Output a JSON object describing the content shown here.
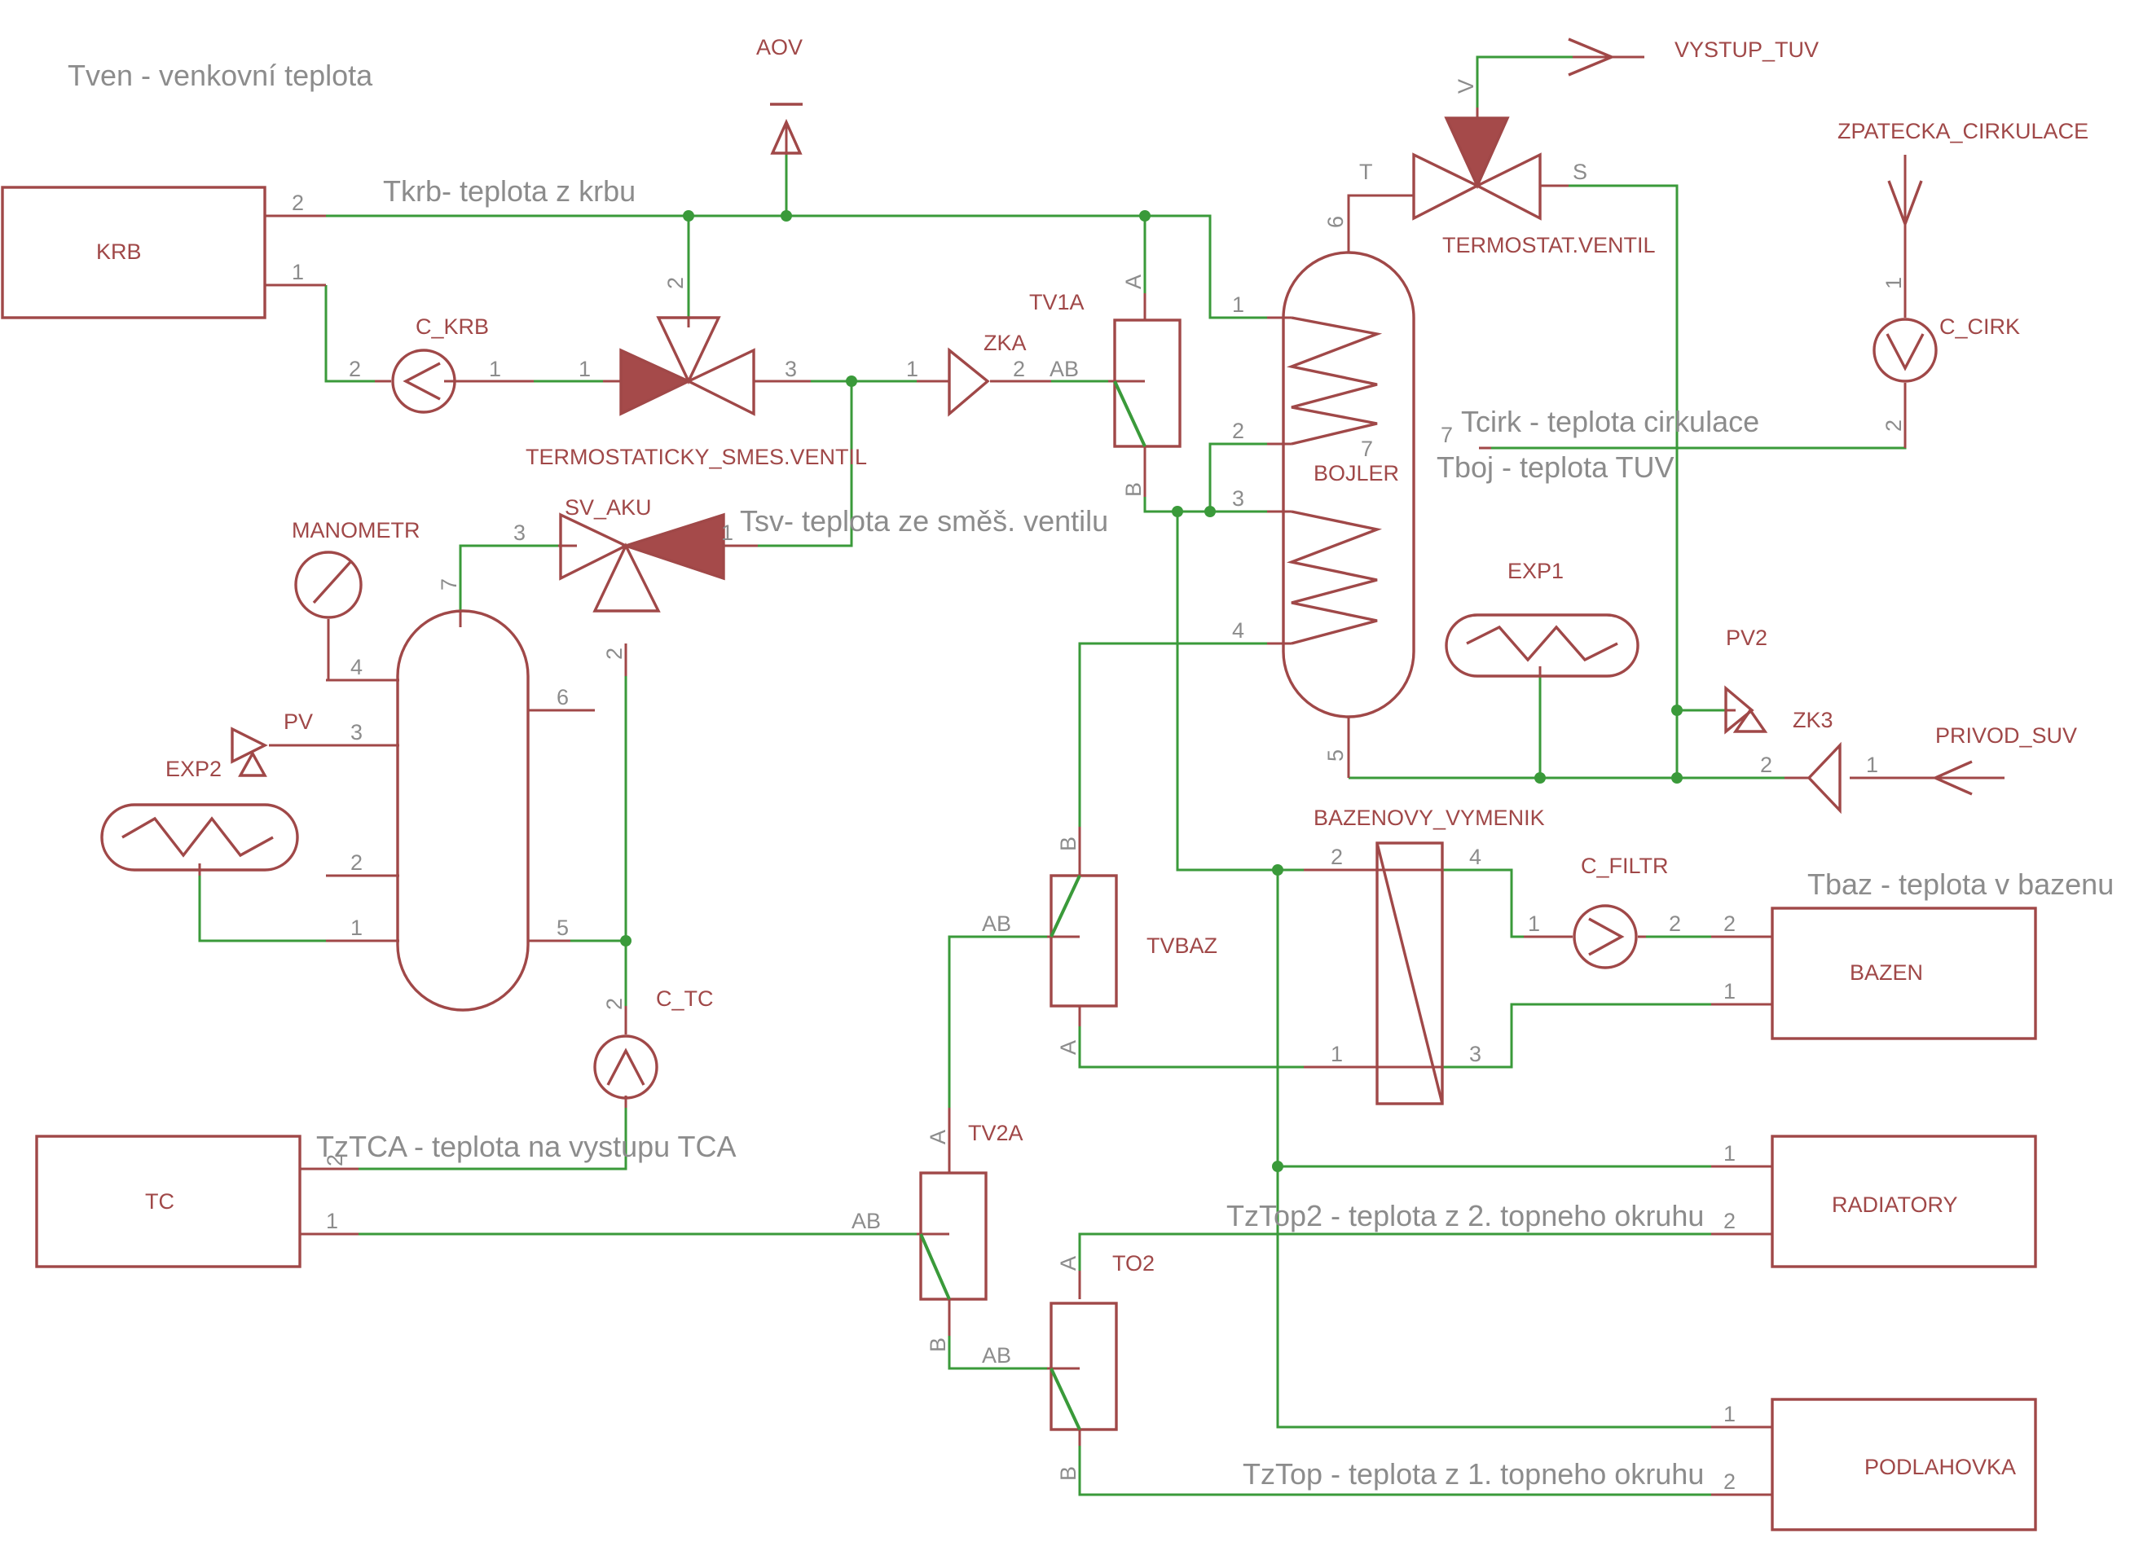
{
  "notes": {
    "tven": "Tven - venkovní teplota",
    "tkrb": "Tkrb- teplota z krbu",
    "tsv": "Tsv- teplota ze směš. ventilu",
    "tcirk": "Tcirk - teplota cirkulace",
    "tboj": "Tboj - teplota TUV",
    "tbaz": "Tbaz - teplota v bazenu",
    "tztca": "TzTCA - teplota na vystupu TCA",
    "tztop2": "TzTop2 - teplota z 2. topneho okruhu",
    "tztop": "TzTop - teplota z 1. topneho okruhu"
  },
  "parts": {
    "krb": "KRB",
    "c_krb": "C_KRB",
    "aov": "AOV",
    "smes_ventil": "TERMOSTATICKY_SMES.VENTIL",
    "zka": "ZKA",
    "tv1a": "TV1A",
    "bojler": "BOJLER",
    "termostat_ventil": "TERMOSTAT.VENTIL",
    "vystup_tuv": "VYSTUP_TUV",
    "zpatecka_cirkulace": "ZPATECKA_CIRKULACE",
    "c_cirk": "C_CIRK",
    "exp1": "EXP1",
    "pv2": "PV2",
    "zk3": "ZK3",
    "privod_suv": "PRIVOD_SUV",
    "manometr": "MANOMETR",
    "sv_aku": "SV_AKU",
    "pv": "PV",
    "exp2": "EXP2",
    "c_tc": "C_TC",
    "tc": "TC",
    "tv2a": "TV2A",
    "tvbaz": "TVBAZ",
    "to2": "TO2",
    "bazenovy_vymenik": "BAZENOVY_VYMENIK",
    "c_filtr": "C_FILTR",
    "bazen": "BAZEN",
    "radiatory": "RADIATORY",
    "podlahovka": "PODLAHOVKA"
  },
  "pins": {
    "krb_2": "2",
    "krb_1": "1",
    "ckrb_2": "2",
    "ckrb_1": "1",
    "smes_1": "1",
    "smes_2": "2",
    "smes_3": "3",
    "zka_1": "1",
    "zka_2": "2",
    "tv1a_a": "A",
    "tv1a_ab": "AB",
    "tv1a_b": "B",
    "boj_1": "1",
    "boj_2": "2",
    "boj_3": "3",
    "boj_4": "4",
    "boj_5": "5",
    "boj_6": "6",
    "boj_7": "7",
    "term_t": "T",
    "term_s": "S",
    "term_v": "V",
    "ccirk_1": "1",
    "ccirk_2": "2",
    "tcirk_7": "7",
    "zk3_1": "1",
    "zk3_2": "2",
    "svaku_1": "1",
    "svaku_2": "2",
    "svaku_3": "3",
    "aku_1": "1",
    "aku_2": "2",
    "aku_3": "3",
    "aku_4": "4",
    "aku_5": "5",
    "aku_6": "6",
    "aku_7": "7",
    "ctc_2": "2",
    "tc_2": "2",
    "tc_1": "1",
    "tv2a_a": "A",
    "tv2a_ab": "AB",
    "tv2a_b": "B",
    "tvbaz_b": "B",
    "tvbaz_ab": "AB",
    "tvbaz_a": "A",
    "to2_a": "A",
    "to2_ab": "AB",
    "to2_b": "B",
    "vym_1": "1",
    "vym_2": "2",
    "vym_3": "3",
    "vym_4": "4",
    "cfiltr_1": "1",
    "cfiltr_2": "2",
    "bazen_2": "2",
    "bazen_1": "1",
    "rad_1": "1",
    "rad_2": "2",
    "podl_1": "1",
    "podl_2": "2"
  },
  "colors": {
    "symbol": "#a04848",
    "wire": "#3a9a3a",
    "pin_text": "#8c8c8c"
  }
}
